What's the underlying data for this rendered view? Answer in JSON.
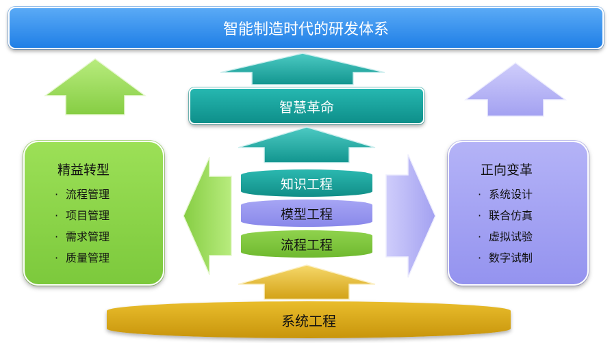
{
  "top_banner": {
    "label": "智能制造时代的研发体系"
  },
  "middle_bar": {
    "label": "智慧革命"
  },
  "left_box": {
    "title": "精益转型",
    "bullet": "·",
    "items": [
      "流程管理",
      "项目管理",
      "需求管理",
      "质量管理"
    ]
  },
  "right_box": {
    "title": "正向变革",
    "bullet": "·",
    "items": [
      "系统设计",
      "联合仿真",
      "虚拟试验",
      "数字试制"
    ]
  },
  "stack": {
    "knowledge": "知识工程",
    "model": "模型工程",
    "process": "流程工程"
  },
  "base": {
    "label": "系统工程"
  },
  "colors": {
    "blue": "#2d8cf0",
    "teal": "#12a39d",
    "green": "#8ccf45",
    "purple": "#a3a2f3",
    "gold": "#dba61b"
  },
  "arrows": [
    "up-arrow-green",
    "up-arrow-teal",
    "up-arrow-purple",
    "left-arrow-green",
    "right-arrow-purple",
    "up-arrow-gold"
  ]
}
